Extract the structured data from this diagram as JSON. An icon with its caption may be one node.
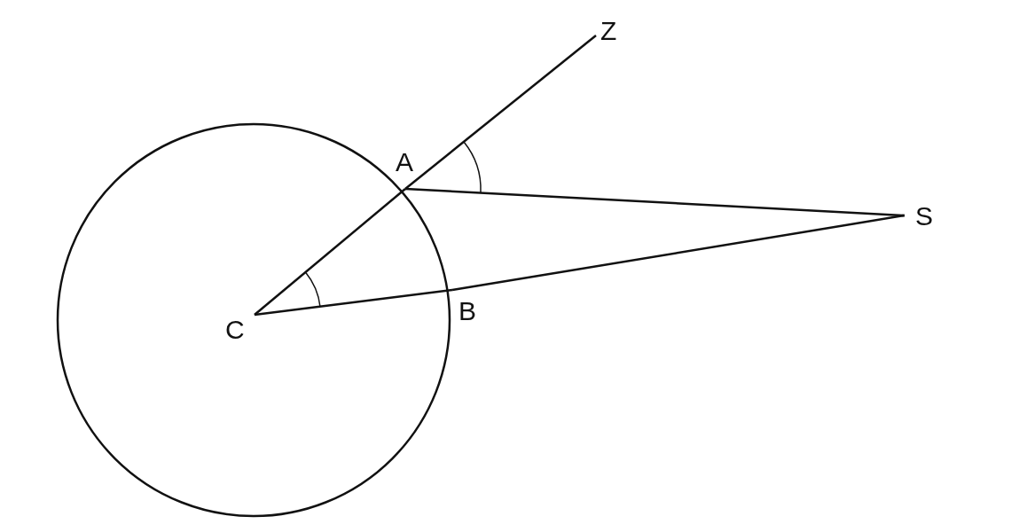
{
  "diagram": {
    "nodes": [
      {
        "text": [
          "Z"
        ]
      },
      {
        "text": [
          "A"
        ]
      },
      {
        "text": [
          "S"
        ]
      },
      {
        "text": [
          "B"
        ]
      },
      {
        "text": [
          "C"
        ]
      }
    ],
    "edges": [
      {
        "from": 4,
        "to": 1,
        "arrow": "none"
      },
      {
        "from": 1,
        "to": 0,
        "arrow": "none"
      },
      {
        "from": 1,
        "to": 2,
        "arrow": "none"
      },
      {
        "from": 4,
        "to": 3,
        "arrow": "none"
      },
      {
        "from": 3,
        "to": 2,
        "arrow": "none"
      }
    ]
  }
}
